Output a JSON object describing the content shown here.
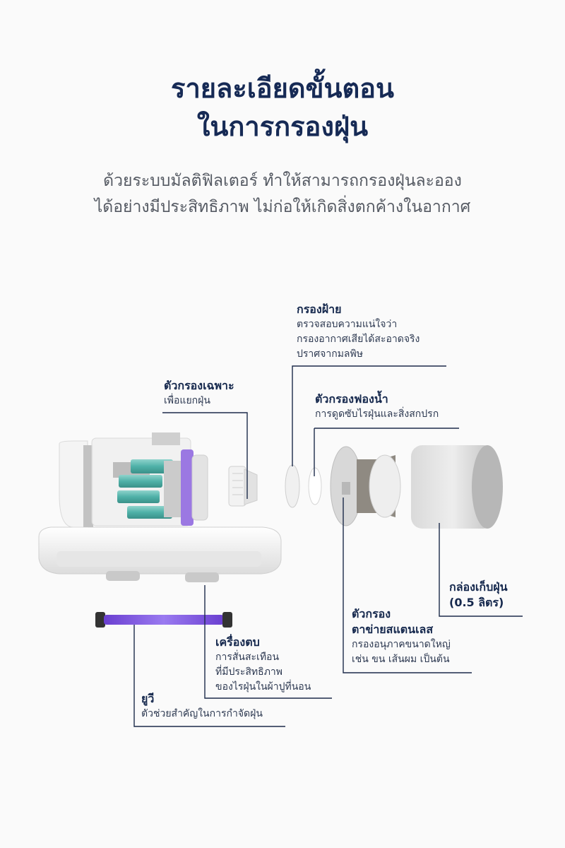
{
  "heading": {
    "line1": "รายละเอียดขั้นตอน",
    "line2": "ในการกรองฝุ่น"
  },
  "intro": {
    "line1": "ด้วยระบบมัลติฟิลเตอร์ ทำให้สามารถกรองฝุ่นละออง",
    "line2": "ได้อย่างมีประสิทธิภาพ ไม่ก่อให้เกิดสิ่งตกค้างในอากาศ"
  },
  "callouts": {
    "cotton_filter": {
      "title": "กรองฝ้าย",
      "desc": [
        "ตรวจสอบความแน่ใจว่า",
        "กรองอากาศเสียได้สะอาดจริง",
        "ปราศจากมลพิษ"
      ]
    },
    "special_filter": {
      "title": "ตัวกรองเฉพาะ",
      "desc": [
        "เพื่อแยกฝุ่น"
      ]
    },
    "sponge_filter": {
      "title": "ตัวกรองฟองน้ำ",
      "desc": [
        "การดูดซับไรฝุ่นและสิ่งสกปรก"
      ]
    },
    "dust_box": {
      "title_lines": [
        "กล่องเก็บฝุ่น",
        "(0.5 ลิตร)"
      ]
    },
    "steel_mesh": {
      "title_lines": [
        "ตัวกรอง",
        "ตาข่ายสแตนเลส"
      ],
      "desc": [
        "กรองอนุภาคขนาดใหญ่",
        "เช่น ขน เส้นผม เป็นต้น"
      ]
    },
    "beater": {
      "title": "เครื่องตบ",
      "desc": [
        "การสั่นสะเทือน",
        "ที่มีประสิทธิภาพ",
        "ของไรฝุ่นในผ้าปูที่นอน"
      ]
    },
    "uv": {
      "title": "ยูวี",
      "desc": [
        "ตัวช่วยสำคัญในการกำจัดฝุ่น"
      ]
    }
  },
  "colors": {
    "heading": "#162a55",
    "leader_line": "#1c2b4a",
    "uv_purple": "#7b4fd8",
    "teal_battery": "#5fb8b0"
  }
}
